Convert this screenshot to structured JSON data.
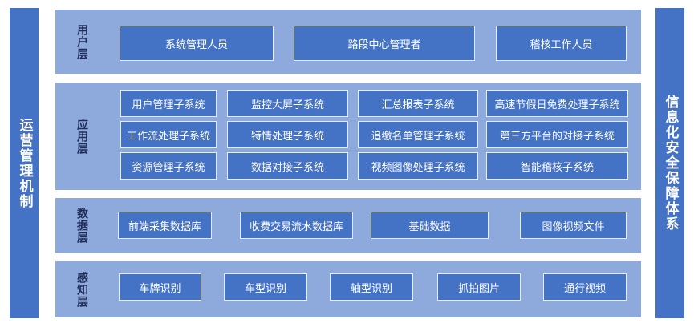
{
  "left_panel": "运营管理机制",
  "right_panel": "信息化安全保障体系",
  "layers": {
    "user": {
      "label": "用户层",
      "items": [
        "系统管理人员",
        "路段中心管理者",
        "稽核工作人员"
      ]
    },
    "application": {
      "label": "应用层",
      "items": [
        "用户管理子系统",
        "监控大屏子系统",
        "汇总报表子系统",
        "高速节假日免费处理子系统",
        "工作流处理子系统",
        "特情处理子系统",
        "追缴名单管理子系统",
        "第三方平台的对接子系统",
        "资源管理子系统",
        "数据对接子系统",
        "视频图像处理子系统",
        "智能稽核子系统"
      ]
    },
    "data": {
      "label": "数据层",
      "items": [
        "前端采集数据库",
        "收费交易流水数据库",
        "基础数据",
        "图像视频文件"
      ]
    },
    "perception": {
      "label": "感知层",
      "items": [
        "车牌识别",
        "车型识别",
        "轴型识别",
        "抓拍图片",
        "通行视频"
      ]
    }
  },
  "colors": {
    "box": "#4472c4",
    "layer_bg": "#8ea9db",
    "side_bar": "#4472c4",
    "label_text": "#1f2d5a"
  }
}
